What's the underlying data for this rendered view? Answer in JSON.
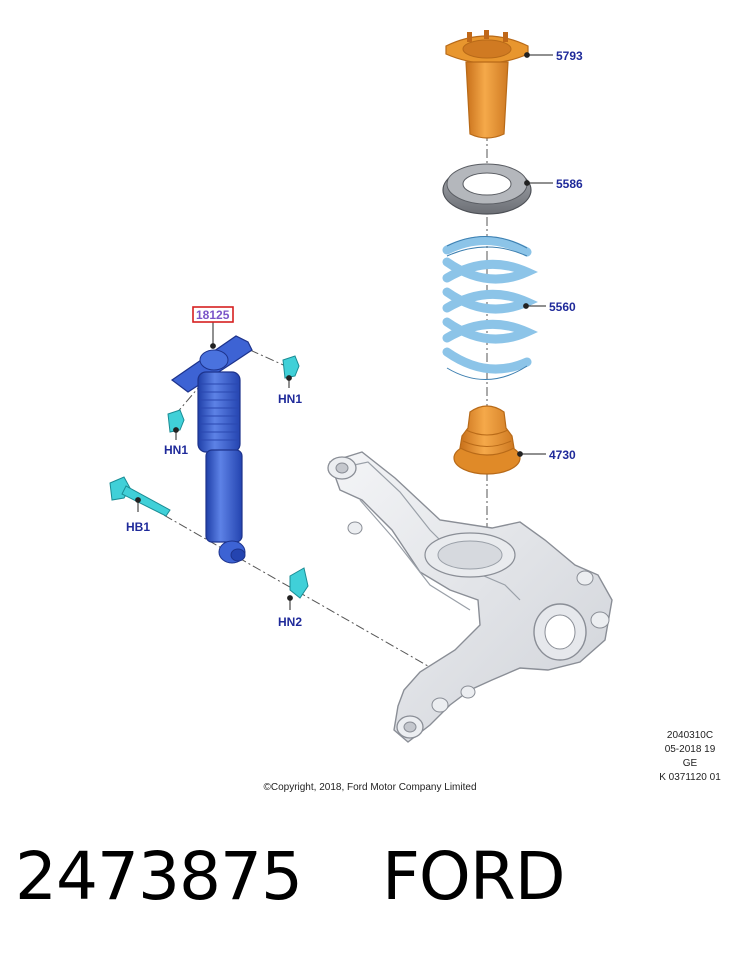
{
  "callouts": {
    "top_mount": "5793",
    "spring_seat": "5586",
    "coil_spring": "5560",
    "bump_stop": "4730",
    "shock_absorber": "18125",
    "nut_upper_right": "HN1",
    "nut_upper_left": "HN1",
    "bolt": "HB1",
    "nut_lower": "HN2"
  },
  "metadata": {
    "line1": "2040310C",
    "line2": "05-2018 19",
    "line3": "GE",
    "line4": "K 0371120 01"
  },
  "copyright": "©Copyright, 2018, Ford Motor Company Limited",
  "footer": {
    "part_number": "2473875",
    "brand": "FORD"
  },
  "colors": {
    "orange_parts": "#e8962e",
    "spring_blue": "#8cc4e8",
    "shock_blue": "#3357c8",
    "fastener_cyan": "#40d0d8",
    "knuckle_gray": "#e4e6ea",
    "callout_text": "#1f2a9a",
    "highlight_box": "#d62020"
  }
}
